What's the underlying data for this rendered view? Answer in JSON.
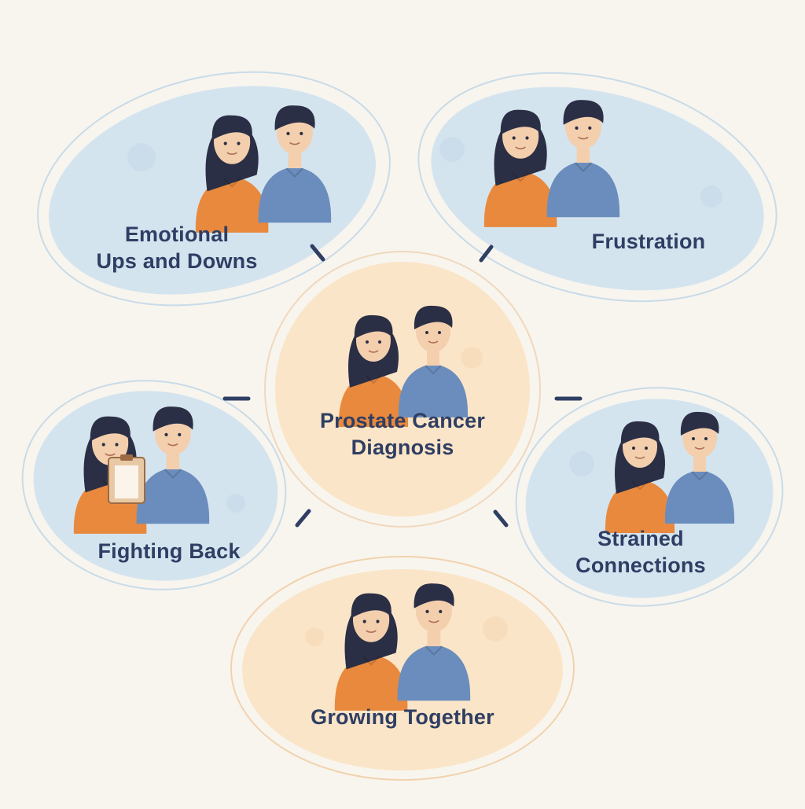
{
  "diagram": {
    "center": {
      "title_line1": "Prostate Cancer",
      "title_line2": "Diagnosis"
    },
    "nodes": [
      {
        "id": "emotional",
        "line1": "Emotional",
        "line2": "Ups and Downs"
      },
      {
        "id": "frustration",
        "line1": "Frustration"
      },
      {
        "id": "fighting",
        "line1": "Fighting Back"
      },
      {
        "id": "strained",
        "line1": "Strained",
        "line2": "Connections"
      },
      {
        "id": "growing",
        "line1": "Growing Together"
      }
    ]
  },
  "colors": {
    "background": "#f8f5ee",
    "blue_fill": "#d4e4ef",
    "peach_fill": "#fbe5c8",
    "blue_ring": "#c8dbe8",
    "peach_ring": "#f2d2ad",
    "text": "#2f3e63",
    "connector": "#2f3e63",
    "shirt_blue": "#6b8dbd",
    "shirt_orange": "#e8893e",
    "hair": "#2b2f45",
    "skin": "#f3cfae"
  },
  "icons": [
    "couple-illustration"
  ]
}
